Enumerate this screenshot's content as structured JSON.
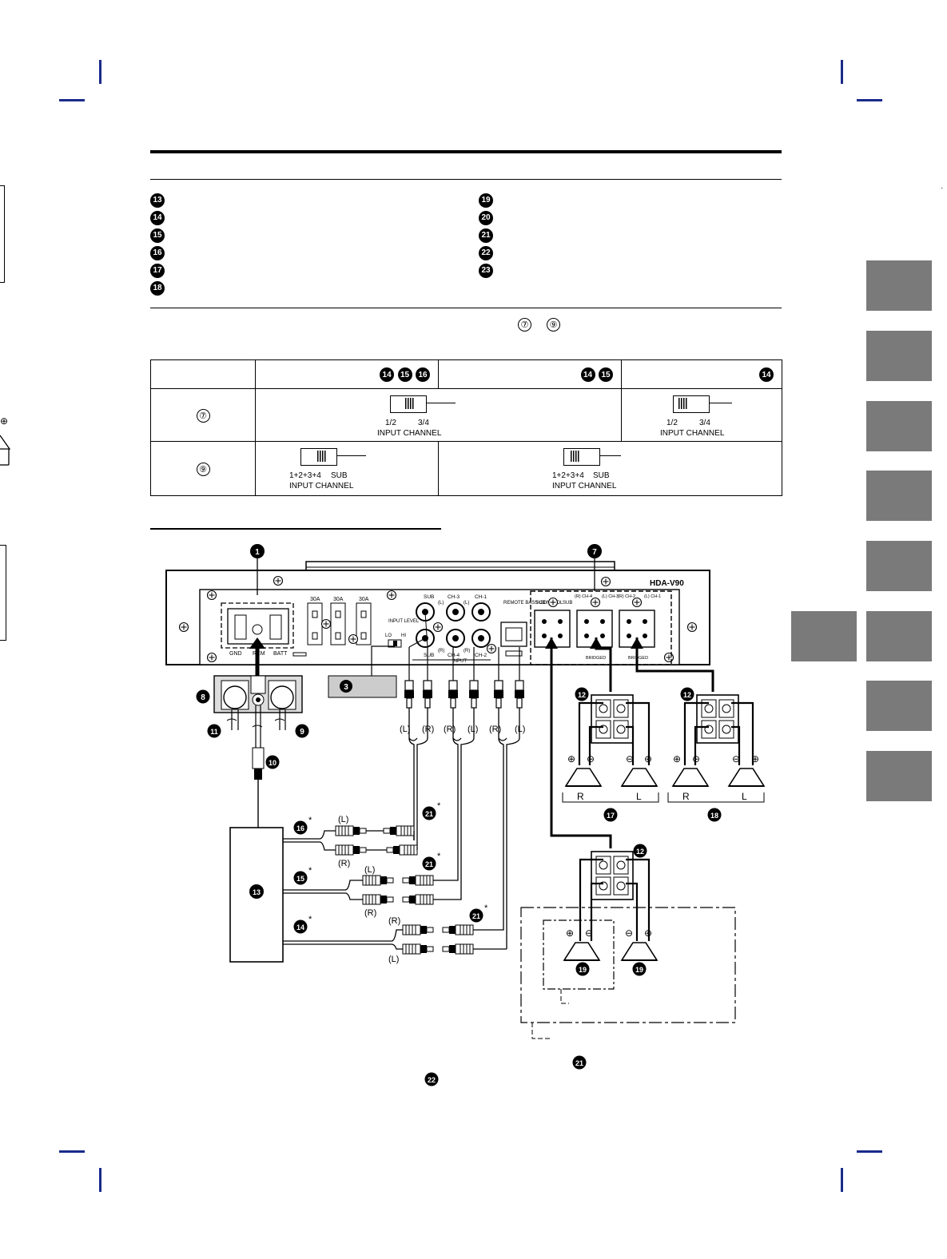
{
  "legend": {
    "left": [
      "13",
      "14",
      "15",
      "16",
      "17",
      "18"
    ],
    "right": [
      "19",
      "20",
      "21",
      "22",
      "23"
    ]
  },
  "note_refs": [
    "⑦",
    "⑨"
  ],
  "switch_table": {
    "rows": [
      {
        "ref": "⑦"
      },
      {
        "ref": "⑨"
      }
    ],
    "headers": [
      {
        "refs": [
          "14",
          "15",
          "16"
        ]
      },
      {
        "refs": [
          "14",
          "15"
        ]
      },
      {
        "refs": [
          "14"
        ]
      }
    ],
    "input_channel_label": "INPUT CHANNEL",
    "switch_7_positions": [
      "1/2",
      "3/4"
    ],
    "switch_9_positions": [
      "1+2+3+4",
      "SUB"
    ]
  },
  "amp": {
    "model": "HDA-V90",
    "fuses": [
      "30A",
      "30A",
      "30A"
    ],
    "power_terminals": [
      "GND",
      "REM",
      "BATT"
    ],
    "input_level": {
      "label": "INPUT LEVEL",
      "lo": "LO",
      "hi": "HI"
    },
    "rca_top": [
      "SUB",
      "CH-3",
      "CH-1"
    ],
    "rca_bottom": [
      "SUB",
      "CH-4",
      "CH-2"
    ],
    "rca_lr": [
      "(L)",
      "(R)",
      "(L)",
      "(R)"
    ],
    "input_label": "INPUT",
    "remote": "REMOTE BASS CONTROL",
    "speaker_labels": [
      "SUB",
      "SUB",
      "(R) CH-4",
      "(L) CH-3",
      "(R) CH-2",
      "(L) CH-1"
    ],
    "bridged": "BRIDGED"
  },
  "callouts": {
    "c1": "1",
    "c7": "7",
    "c3": "3",
    "c8": "8",
    "c9": "9",
    "c10": "10",
    "c11": "11",
    "c12": "12",
    "c13": "13",
    "c14": "14",
    "c15": "15",
    "c16": "16",
    "c17": "17",
    "c18": "18",
    "c19": "19",
    "c21": "21",
    "c22": "22"
  },
  "cable_labels": {
    "rca_out": [
      "(L)",
      "(R)",
      "(R)",
      "(L)",
      "(R)",
      "(L)"
    ],
    "c16": [
      "(L)",
      "(R)"
    ],
    "c15": [
      "(L)",
      "(R)"
    ],
    "c14": [
      "(R)",
      "(L)"
    ],
    "asterisk": "*"
  },
  "speaker_rl": [
    "R",
    "L",
    "R",
    "L"
  ],
  "colors": {
    "crop": "#1a2a8a",
    "tab": "#7a7a7a"
  }
}
